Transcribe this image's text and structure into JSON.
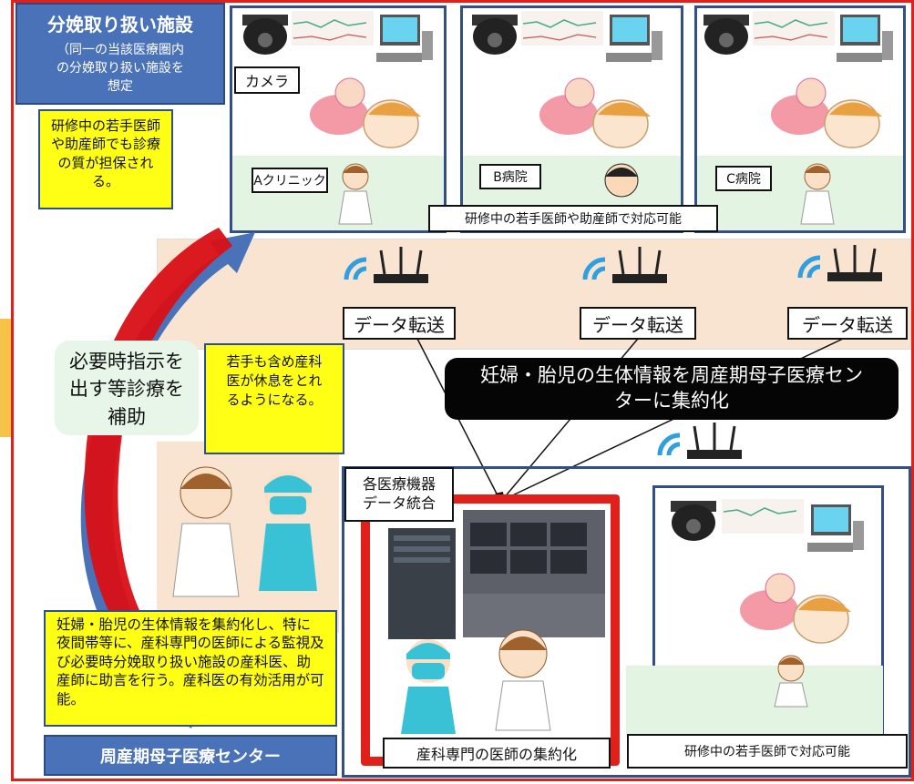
{
  "header": {
    "title": "分娩取り扱い施設",
    "subtitle_line1": "（同一の当該医療圏内",
    "subtitle_line2": "の分娩取り扱い施設を",
    "subtitle_line3": "想定"
  },
  "facilities": [
    {
      "name": "Aクリニック"
    },
    {
      "name": "B病院"
    },
    {
      "name": "C病院"
    }
  ],
  "labels": {
    "camera": "カメラ",
    "young_doctor_support": "研修中の若手医師や助産師で対応可能",
    "data_transfer": "データ転送",
    "aggregate_title": "妊婦・胎児の生体情報を周産期母子医療センターに集約化",
    "data_integration_line1": "各医療機器",
    "data_integration_line2": "データ統合",
    "specialist_centralize": "産科専門の医師の集約化",
    "young_only": "研修中の若手医師で対応可能",
    "center_name": "周産期母子医療センター"
  },
  "callouts": {
    "quality": "研修中の若手医師や助産師でも診療の質が担保される。",
    "support": "必要時指示を出す等診療を補助",
    "rest": "若手も含め産科医が休息をとれるようになる。",
    "summary": "妊婦・胎児の生体情報を集約化し、特に夜間帯等に、産科専門の医師による監視及び必要時分娩取り扱い施設の産科医、助産師に助言を行う。産科医の有効活用が可能。"
  },
  "colors": {
    "frame": "#e0201b",
    "blue": "#4a72b8",
    "yellow": "#ffff16",
    "green": "#e3f4e3",
    "peach": "#f9e4d2"
  }
}
